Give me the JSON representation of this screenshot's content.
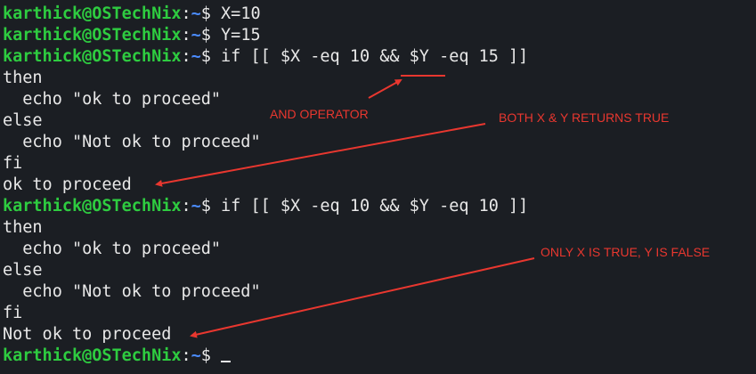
{
  "terminal": {
    "prompt": {
      "user_host": "karthick@OSTechNix",
      "path": "~",
      "symbol": "$"
    },
    "lines": [
      {
        "type": "prompt",
        "command": " X=10"
      },
      {
        "type": "prompt",
        "command": " Y=15"
      },
      {
        "type": "prompt",
        "command": " if [[ $X -eq 10 && $Y -eq 15 ]]"
      },
      {
        "type": "output",
        "text": "then"
      },
      {
        "type": "output",
        "text": "  echo \"ok to proceed\""
      },
      {
        "type": "output",
        "text": "else"
      },
      {
        "type": "output",
        "text": "  echo \"Not ok to proceed\""
      },
      {
        "type": "output",
        "text": "fi"
      },
      {
        "type": "output",
        "text": "ok to proceed"
      },
      {
        "type": "prompt",
        "command": " if [[ $X -eq 10 && $Y -eq 10 ]]"
      },
      {
        "type": "output",
        "text": "then"
      },
      {
        "type": "output",
        "text": "  echo \"ok to proceed\""
      },
      {
        "type": "output",
        "text": "else"
      },
      {
        "type": "output",
        "text": "  echo \"Not ok to proceed\""
      },
      {
        "type": "output",
        "text": "fi"
      },
      {
        "type": "output",
        "text": "Not ok to proceed"
      },
      {
        "type": "prompt",
        "command": " "
      }
    ]
  },
  "annotations": {
    "and_operator": "AND OPERATOR",
    "both_true": "BOTH X & Y RETURNS TRUE",
    "only_x_true": "ONLY X IS TRUE, Y IS FALSE"
  },
  "colors": {
    "background": "#1b1e23",
    "user_host": "#2ecc40",
    "path": "#4b8cff",
    "text": "#e8e8e8",
    "annotation": "#e8372f"
  }
}
